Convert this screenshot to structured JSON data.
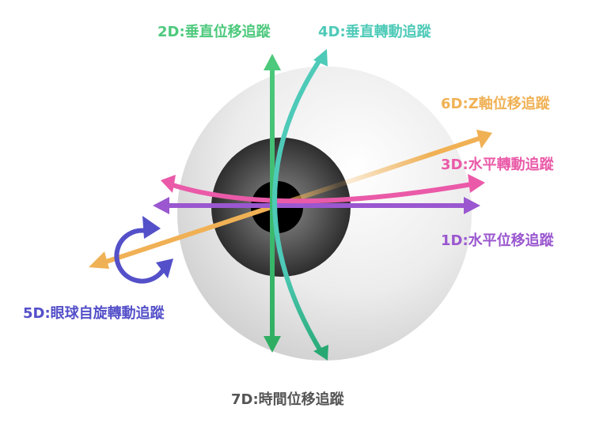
{
  "labels": {
    "d2": "2D:垂直位移追蹤",
    "d4": "4D:垂直轉動追蹤",
    "d6": "6D:Z軸位移追蹤",
    "d3": "3D:水平轉動追蹤",
    "d1": "1D:水平位移追蹤",
    "d5": "5D:眼球自旋轉動追蹤",
    "d7": "7D:時間位移追蹤"
  },
  "colors": {
    "d2": "#4dc97c",
    "d4": "#4ecab8",
    "d6": "#f0b155",
    "d3": "#ea5aa8",
    "d1": "#9a57cf",
    "d5": "#5450c9",
    "d7": "#555555"
  }
}
